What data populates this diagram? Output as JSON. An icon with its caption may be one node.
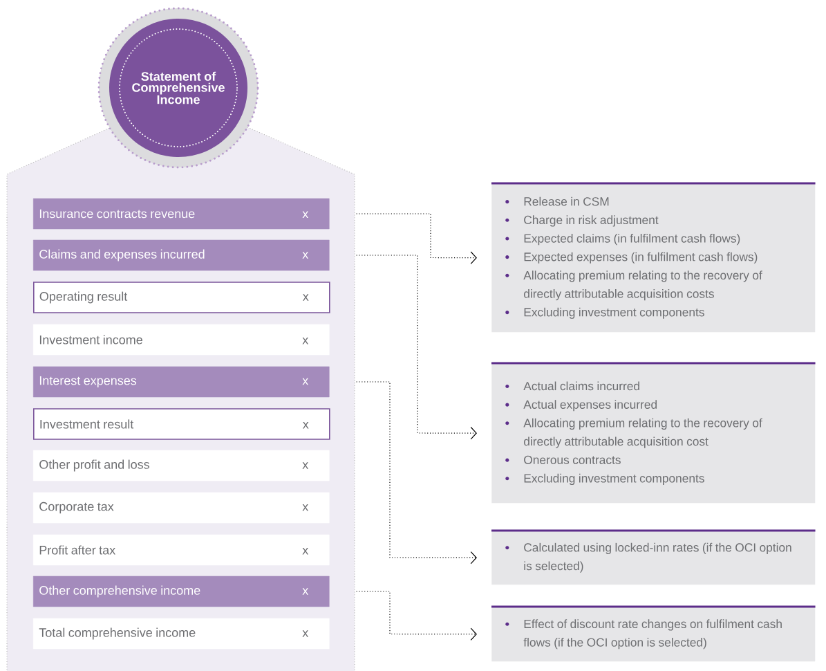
{
  "diagram": {
    "nodes": [
      {
        "text": [
          "Statement of Comprehensive Income"
        ]
      },
      {
        "text": [
          "Insurance contracts revenue",
          "x"
        ]
      },
      {
        "text": [
          "Claims and expenses incurred",
          "x"
        ]
      },
      {
        "text": [
          "Operating result",
          "x"
        ]
      },
      {
        "text": [
          "Investment income",
          "x"
        ]
      },
      {
        "text": [
          "Interest expenses",
          "x"
        ]
      },
      {
        "text": [
          "Investment result",
          "x"
        ]
      },
      {
        "text": [
          "Other profit and loss",
          "x"
        ]
      },
      {
        "text": [
          "Corporate tax",
          "x"
        ]
      },
      {
        "text": [
          "Profit after tax",
          "x"
        ]
      },
      {
        "text": [
          "Other comprehensive income",
          "x"
        ]
      },
      {
        "text": [
          "Total comprehensive income",
          "x"
        ]
      },
      {
        "text": [
          "Release in CSM",
          "Charge in risk adjustment",
          "Expected claims (in fulfilment cash flows)",
          "Expected expenses (in fulfilment cash flows)",
          "Allocating premium relating to the recovery of directly attributable acquisition costs",
          "Excluding investment components"
        ]
      },
      {
        "text": [
          "Actual claims incurred",
          "Actual expenses incurred",
          "Allocating premium relating to the recovery of directly attributable acquisition cost",
          "Onerous contracts",
          "Excluding investment components"
        ]
      },
      {
        "text": [
          "Calculated using locked-inn rates (if the OCI option is selected)"
        ]
      },
      {
        "text": [
          "Effect of discount rate changes on fulfilment cash flows (if the OCI option is selected)"
        ]
      }
    ],
    "edges": [
      {
        "from": 1,
        "to": 12,
        "arrow": "to",
        "style": "dashed"
      },
      {
        "from": 2,
        "to": 13,
        "arrow": "to",
        "style": "dashed"
      },
      {
        "from": 5,
        "to": 14,
        "arrow": "to",
        "style": "dashed"
      },
      {
        "from": 10,
        "to": 15,
        "arrow": "to",
        "style": "dashed"
      }
    ]
  }
}
